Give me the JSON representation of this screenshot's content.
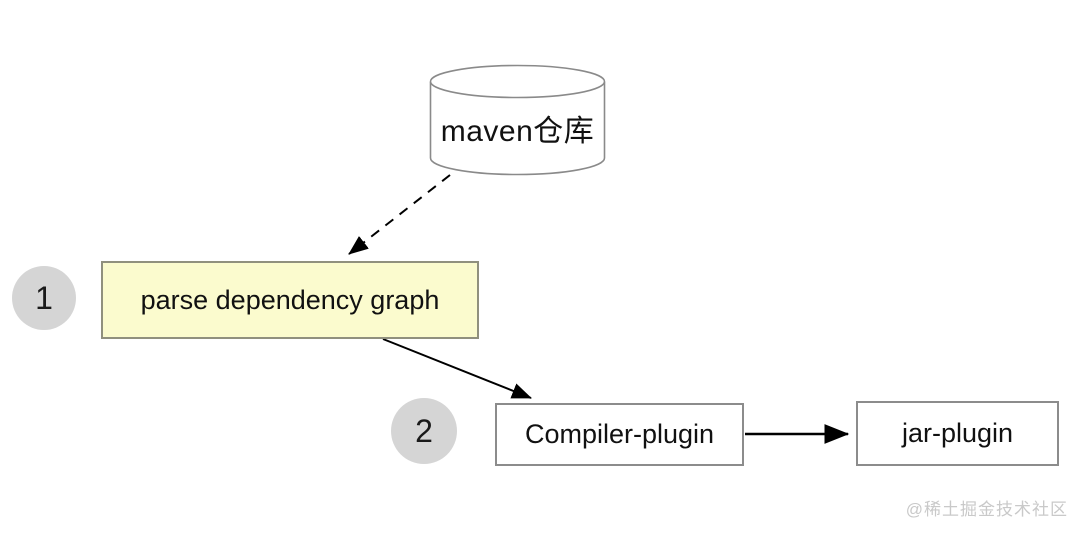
{
  "diagram": {
    "repository": {
      "label": "maven仓库"
    },
    "step1": {
      "badge": "1",
      "node_label": "parse dependency graph"
    },
    "step2": {
      "badge": "2",
      "compiler_label": "Compiler-plugin",
      "jar_label": "jar-plugin"
    },
    "watermark": "@稀土掘金技术社区",
    "colors": {
      "background": "#ffffff",
      "note_fill": "#fbfbce",
      "node_border": "#8c8c8c",
      "badge_fill": "#d5d5d5",
      "arrow": "#000000",
      "watermark_text": "#c9c9c9"
    }
  }
}
